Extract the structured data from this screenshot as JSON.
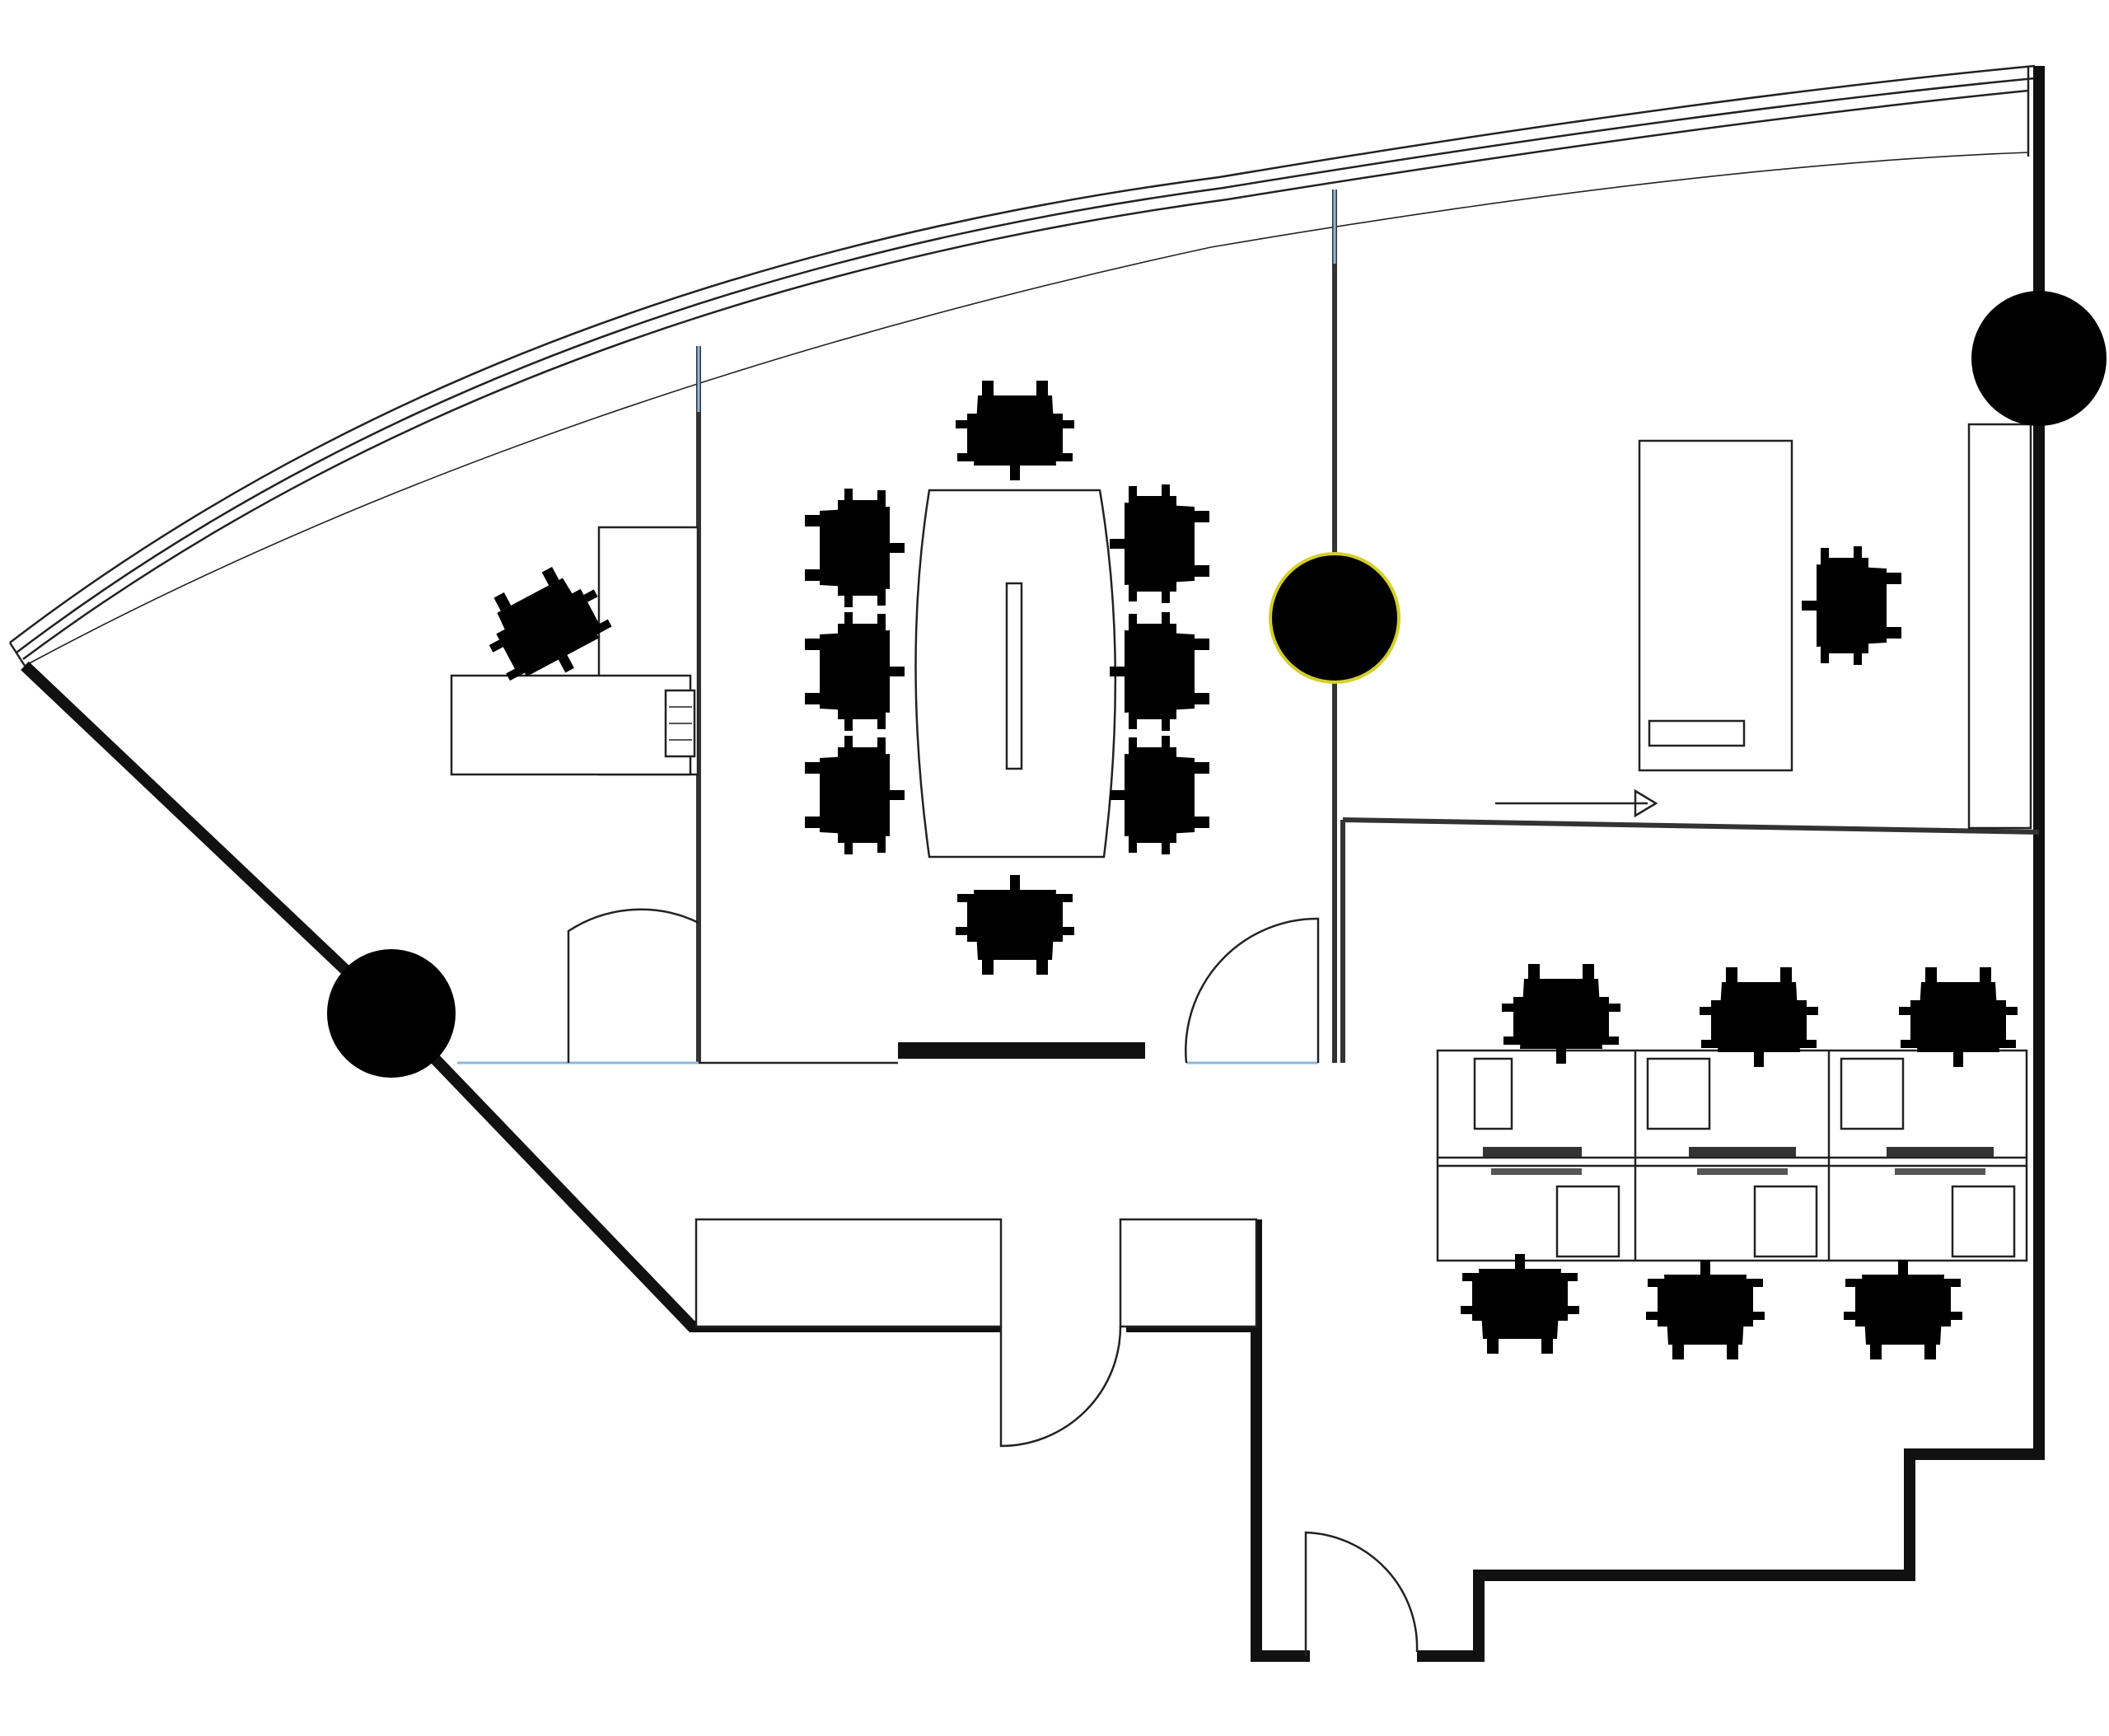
{
  "colors": {
    "walls": "#111111",
    "partitions": "#333333",
    "glazing": "#8fb7dd",
    "chairs": "#d3262c",
    "column_fill": "#000000",
    "column_highlight": "#d4cf2a",
    "background": "#ffffff"
  },
  "plan": {
    "columns": 3,
    "highlighted_column": 1,
    "rooms": [
      "office-left",
      "conference-room",
      "office-right",
      "open-workstations"
    ],
    "conference": {
      "chairs": 8
    },
    "workstations": {
      "desks": 6,
      "chairs": 6
    },
    "offices": {
      "chairs": 2
    }
  }
}
